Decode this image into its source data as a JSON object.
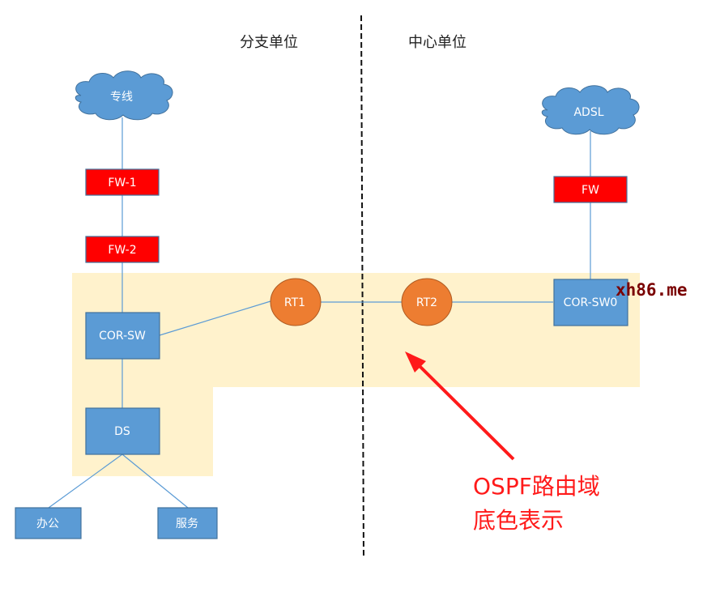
{
  "sections": {
    "branch": "分支单位",
    "center": "中心单位"
  },
  "clouds": {
    "leased_line": "专线",
    "adsl": "ADSL"
  },
  "devices": {
    "fw1": "FW-1",
    "fw2": "FW-2",
    "fw": "FW",
    "cor_sw": "COR-SW",
    "cor_sw0": "COR-SW0",
    "ds": "DS",
    "office": "办公",
    "service": "服务",
    "rt1": "RT1",
    "rt2": "RT2"
  },
  "annotation": {
    "line1": "OSPF路由域",
    "line2": "底色表示"
  },
  "watermark": "xh86.me",
  "colors": {
    "switch_fill": "#5b9bd5",
    "switch_stroke": "#41719c",
    "firewall_fill": "#ff0000",
    "router_fill": "#ed7d31",
    "router_stroke": "#ae5a21",
    "ospf_domain": "#fff2cc",
    "link": "#5b9bd5",
    "arrow": "#ff1a1a"
  }
}
